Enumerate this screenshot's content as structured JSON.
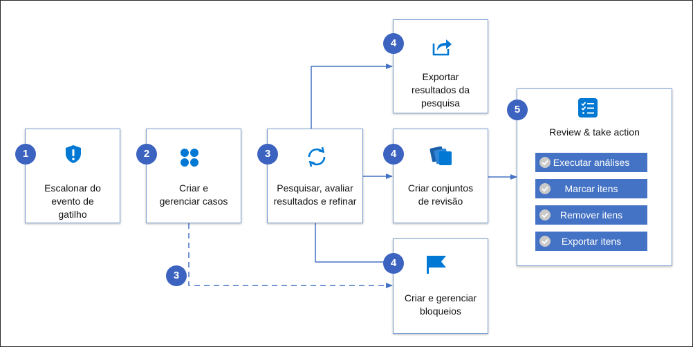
{
  "boxes": {
    "escalate": {
      "badge": "1",
      "label": "Escalonar do evento de gatilho"
    },
    "manage_cases": {
      "badge": "2",
      "label": "Criar e gerenciar casos"
    },
    "search": {
      "badge": "3",
      "label": "Pesquisar, avaliar resultados e refinar"
    },
    "export": {
      "badge": "4",
      "label": "Exportar resultados da pesquisa"
    },
    "review_sets": {
      "badge": "4",
      "label": "Criar conjuntos de revisão"
    },
    "holds": {
      "badge": "4",
      "label": "Criar e gerenciar bloqueios"
    },
    "review": {
      "badge": "5",
      "title": "Review & take action",
      "actions": [
        "Executar análises",
        "Marcar itens",
        "Remover itens",
        "Exportar itens"
      ]
    }
  },
  "connector_badge": "3",
  "icons": {
    "escalate": "shield-alert-icon",
    "manage_cases": "four-dots-icon",
    "search": "sync-arrows-icon",
    "export": "share-arrow-icon",
    "review_sets": "stacked-cards-icon",
    "holds": "flag-icon",
    "review": "checklist-icon",
    "action": "checkmark-icon"
  },
  "colors": {
    "accent": "#0078d4",
    "badge": "#3d63c0",
    "action_fill": "#4472c4",
    "connector": "#4472c4",
    "box_border": "#7a9fd0"
  }
}
